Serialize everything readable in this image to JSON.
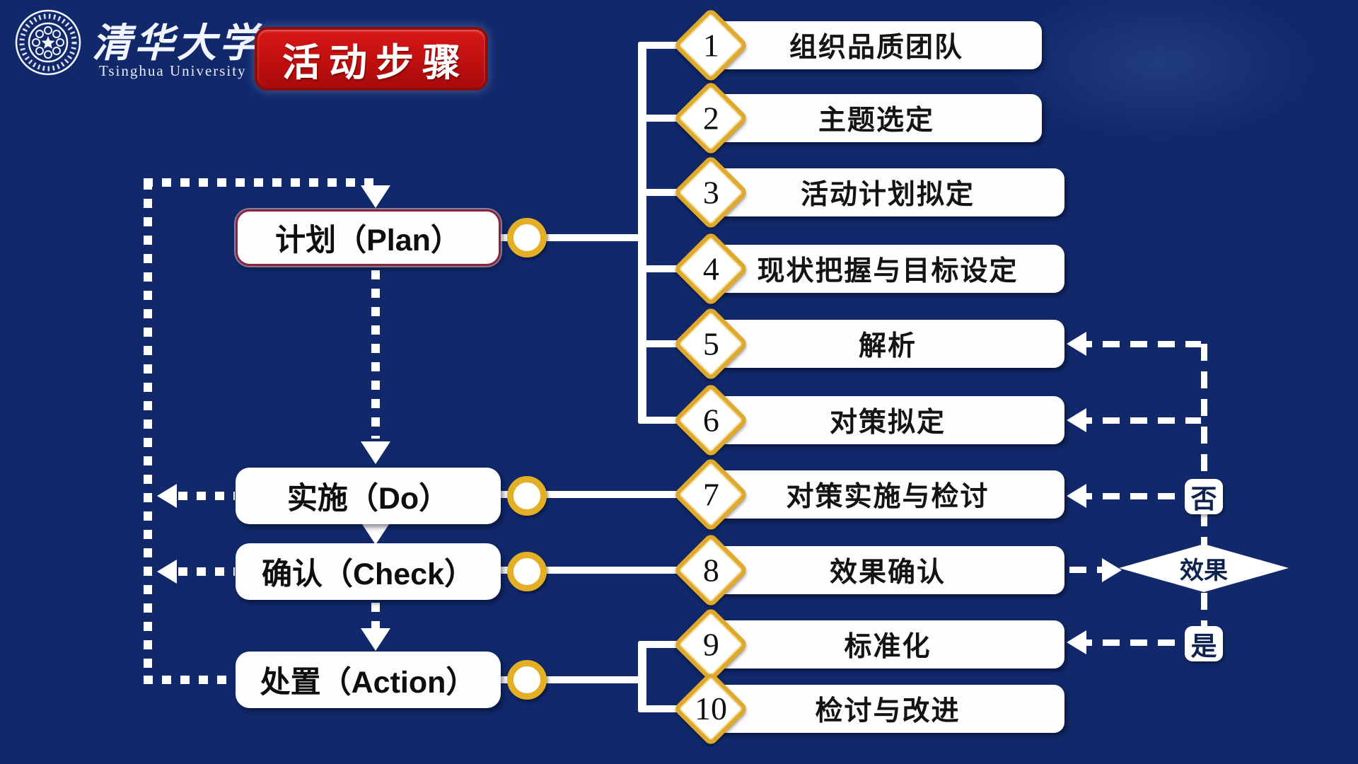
{
  "header": {
    "university_zh": "清华大学",
    "university_en": "Tsinghua University",
    "badge": "活动步骤"
  },
  "pdca": [
    {
      "label": "计划（Plan）"
    },
    {
      "label": "实施（Do）"
    },
    {
      "label": "确认（Check）"
    },
    {
      "label": "处置（Action）"
    }
  ],
  "steps": [
    {
      "num": "1",
      "label": "组织品质团队"
    },
    {
      "num": "2",
      "label": "主题选定"
    },
    {
      "num": "3",
      "label": "活动计划拟定"
    },
    {
      "num": "4",
      "label": "现状把握与目标设定"
    },
    {
      "num": "5",
      "label": "解析"
    },
    {
      "num": "6",
      "label": "对策拟定"
    },
    {
      "num": "7",
      "label": "对策实施与检讨"
    },
    {
      "num": "8",
      "label": "效果确认"
    },
    {
      "num": "9",
      "label": "标准化"
    },
    {
      "num": "10",
      "label": "检讨与改进"
    }
  ],
  "decision": {
    "label": "效果",
    "no": "否",
    "yes": "是"
  },
  "colors": {
    "background": "#11296b",
    "badge_red": "#c01010",
    "gold": "#dfa92b",
    "plan_border": "#8b2438",
    "bar_fill": "#fdfdfd",
    "dark_text": "#141414",
    "decision_text": "#0e2350"
  }
}
